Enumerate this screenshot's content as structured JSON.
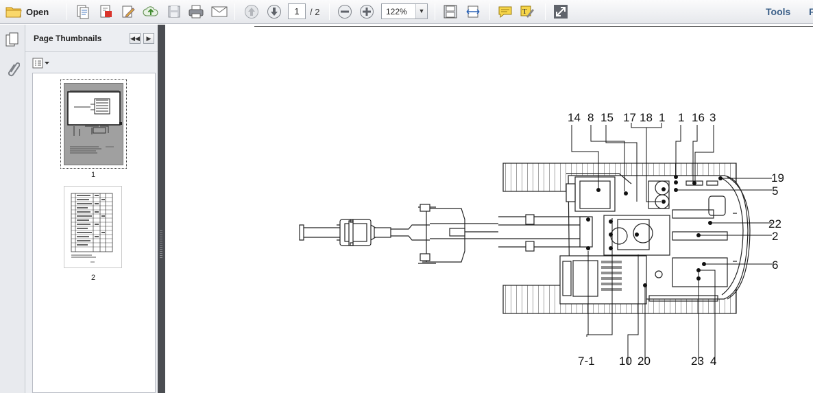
{
  "toolbar": {
    "open_label": "Open",
    "current_page": "1",
    "page_total": "/ 2",
    "zoom": "122%",
    "tools_label": "Tools",
    "tools_cut": "F"
  },
  "panel": {
    "title": "Page Thumbnails",
    "thumbnails": [
      {
        "label": "1"
      },
      {
        "label": "2"
      }
    ]
  },
  "diagram": {
    "top_labels": [
      "14",
      "8",
      "15",
      "17",
      "18",
      "1",
      "1",
      "16",
      "3"
    ],
    "right_labels": [
      "19",
      "5",
      "22",
      "2",
      "6"
    ],
    "bottom_labels": [
      "7-1",
      "10",
      "20",
      "23",
      "4"
    ]
  },
  "colors": {
    "splitter": "#4b4d52",
    "tools": "#3b5f88",
    "panel_bg": "#eceef2"
  }
}
